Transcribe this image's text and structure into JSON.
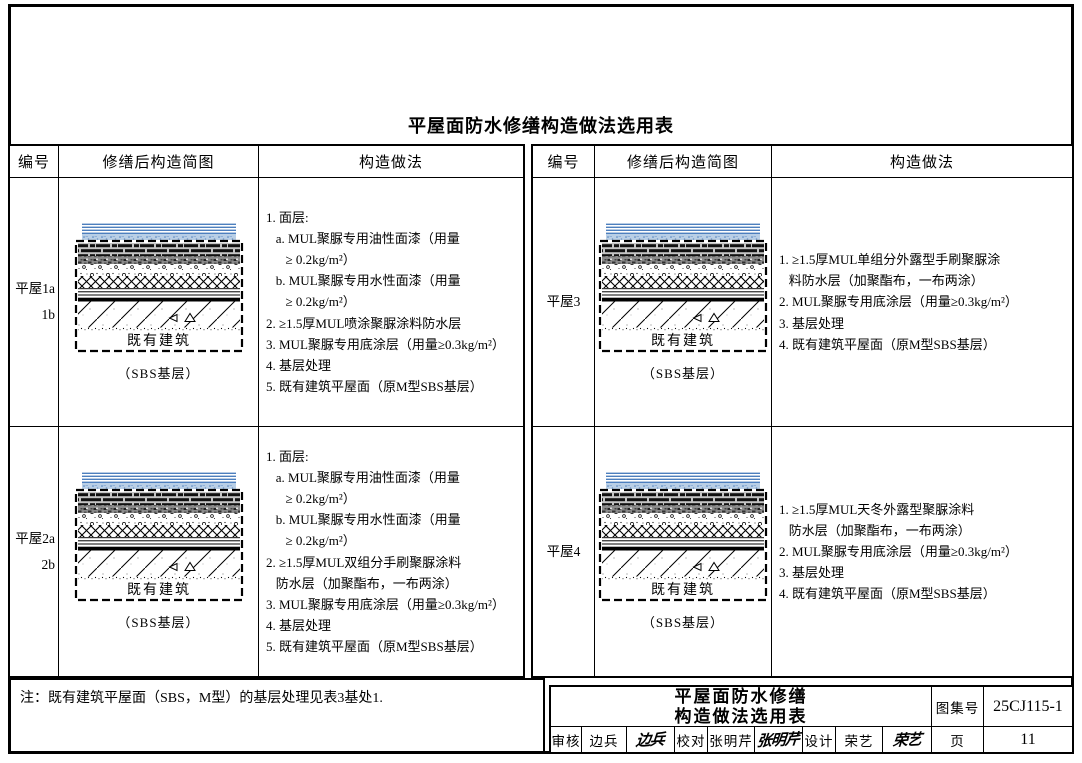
{
  "page_title": "平屋面防水修缮构造做法选用表",
  "table": {
    "headers": {
      "id": "编号",
      "diagram": "修缮后构造简图",
      "method": "构造做法"
    },
    "rows": [
      {
        "id_lines": [
          "平屋1a",
          "1b"
        ],
        "diagram": {
          "label": "既有建筑",
          "caption": "（SBS基层）"
        },
        "method_lines": [
          "1. 面层:",
          "   a. MUL聚脲专用油性面漆（用量",
          "      ≥ 0.2kg/m²）",
          "   b. MUL聚脲专用水性面漆（用量",
          "      ≥ 0.2kg/m²）",
          "2. ≥1.5厚MUL喷涂聚脲涂料防水层",
          "3. MUL聚脲专用底涂层（用量≥0.3kg/m²）",
          "4. 基层处理",
          "5. 既有建筑平屋面（原M型SBS基层）"
        ]
      },
      {
        "id_lines": [
          "平屋2a",
          "2b"
        ],
        "diagram": {
          "label": "既有建筑",
          "caption": "（SBS基层）"
        },
        "method_lines": [
          "1. 面层:",
          "   a. MUL聚脲专用油性面漆（用量",
          "      ≥ 0.2kg/m²）",
          "   b. MUL聚脲专用水性面漆（用量",
          "      ≥ 0.2kg/m²）",
          "2. ≥1.5厚MUL双组分手刷聚脲涂料",
          "   防水层（加聚酯布，一布两涂）",
          "3. MUL聚脲专用底涂层（用量≥0.3kg/m²）",
          "4. 基层处理",
          "5. 既有建筑平屋面（原M型SBS基层）"
        ]
      },
      {
        "id_lines": [
          "平屋3"
        ],
        "diagram": {
          "label": "既有建筑",
          "caption": "（SBS基层）"
        },
        "method_lines": [
          "1. ≥1.5厚MUL单组分外露型手刷聚脲涂",
          "   料防水层（加聚酯布，一布两涂）",
          "2. MUL聚脲专用底涂层（用量≥0.3kg/m²）",
          "3. 基层处理",
          "4. 既有建筑平屋面（原M型SBS基层）"
        ]
      },
      {
        "id_lines": [
          "平屋4"
        ],
        "diagram": {
          "label": "既有建筑",
          "caption": "（SBS基层）"
        },
        "method_lines": [
          "1. ≥1.5厚MUL天冬外露型聚脲涂料",
          "   防水层（加聚酯布，一布两涂）",
          "2. MUL聚脲专用底涂层（用量≥0.3kg/m²）",
          "3. 基层处理",
          "4. 既有建筑平屋面（原M型SBS基层）"
        ]
      }
    ]
  },
  "note": "注：既有建筑平屋面（SBS，M型）的基层处理见表3基处1.",
  "title_block": {
    "title_lines": [
      "平屋面防水修缮",
      "构造做法选用表"
    ],
    "atlas_no_label": "图集号",
    "atlas_no": "25CJ115-1",
    "page_label": "页",
    "page_no": "11",
    "review_label": "审核",
    "reviewer": "边兵",
    "reviewer_signature": "边兵",
    "check_label": "校对",
    "checker": "张明芹",
    "checker_signature": "张明芹",
    "design_label": "设计",
    "designer": "荣艺",
    "designer_signature": "荣艺"
  },
  "colors": {
    "line": "#000000",
    "coating_blue": "#4d7fbe",
    "coating_blue_light": "#b9cfe6"
  }
}
